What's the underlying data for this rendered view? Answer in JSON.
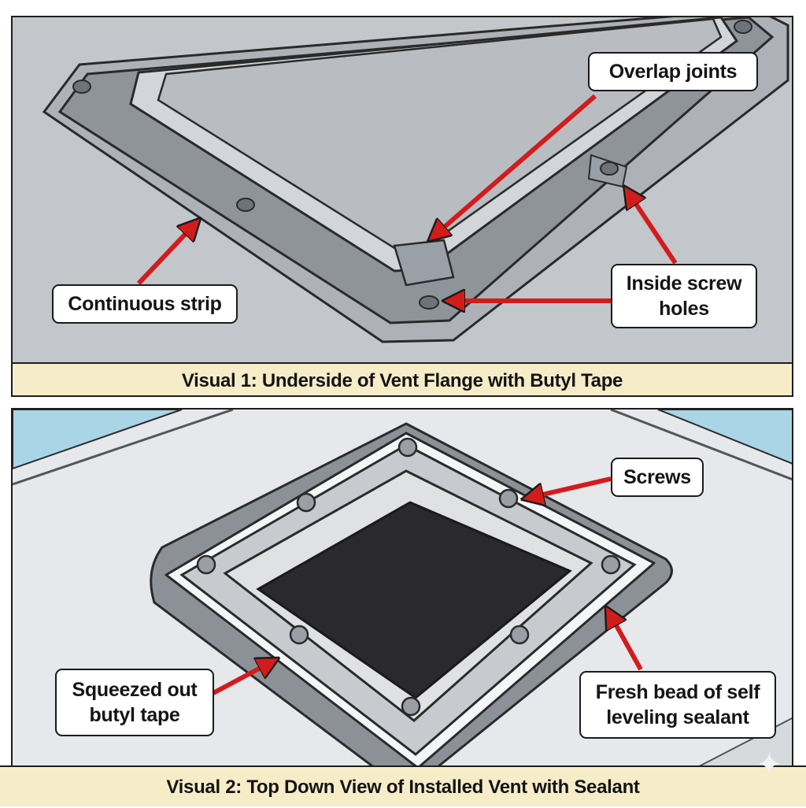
{
  "visual1": {
    "caption": "Visual 1: Underside of Vent Flange with Butyl Tape",
    "labels": {
      "overlap": "Overlap joints",
      "continuous": "Continuous strip",
      "screw_holes": "Inside screw\nholes"
    }
  },
  "visual2": {
    "caption": "Visual 2: Top Down View of Installed Vent with Sealant",
    "labels": {
      "screws": "Screws",
      "squeezed": "Squeezed out\nbutyl tape",
      "bead": "Fresh bead of self\nleveling sealant"
    }
  },
  "colors": {
    "arrow": "#d21c1c",
    "caption_bg": "#f6edc8",
    "roof": "#e6e8eb",
    "metal": "#c3c6cb",
    "sky": "#a9d5e6",
    "opening": "#2a2a2c"
  },
  "icons": [
    "sparkle-icon"
  ]
}
